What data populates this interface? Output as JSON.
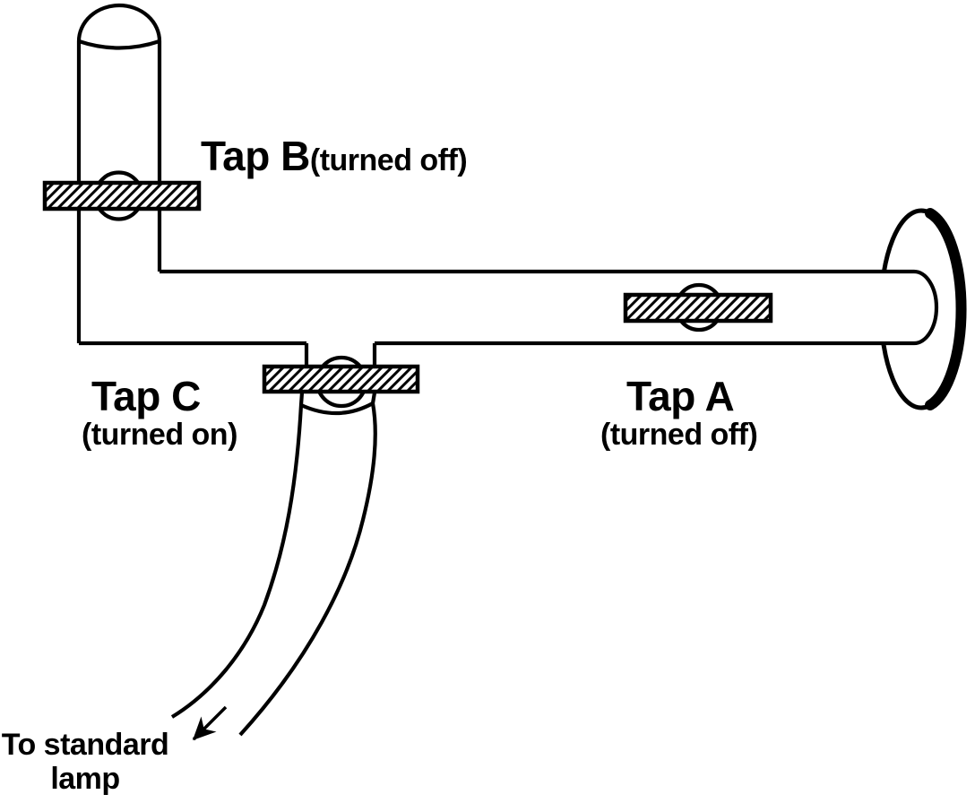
{
  "scene": {
    "background": "#ffffff",
    "ink": "#000000",
    "description": "Gas pipe apparatus with three taps and flexible outlet tube"
  },
  "labels": {
    "tap_b": {
      "name": "Tap B",
      "status": "(turned off)"
    },
    "tap_a": {
      "name": "Tap A",
      "status": "(turned off)"
    },
    "tap_c": {
      "name": "Tap C",
      "status": "(turned on)"
    },
    "outlet": {
      "line1": "To standard",
      "line2": "lamp"
    }
  }
}
